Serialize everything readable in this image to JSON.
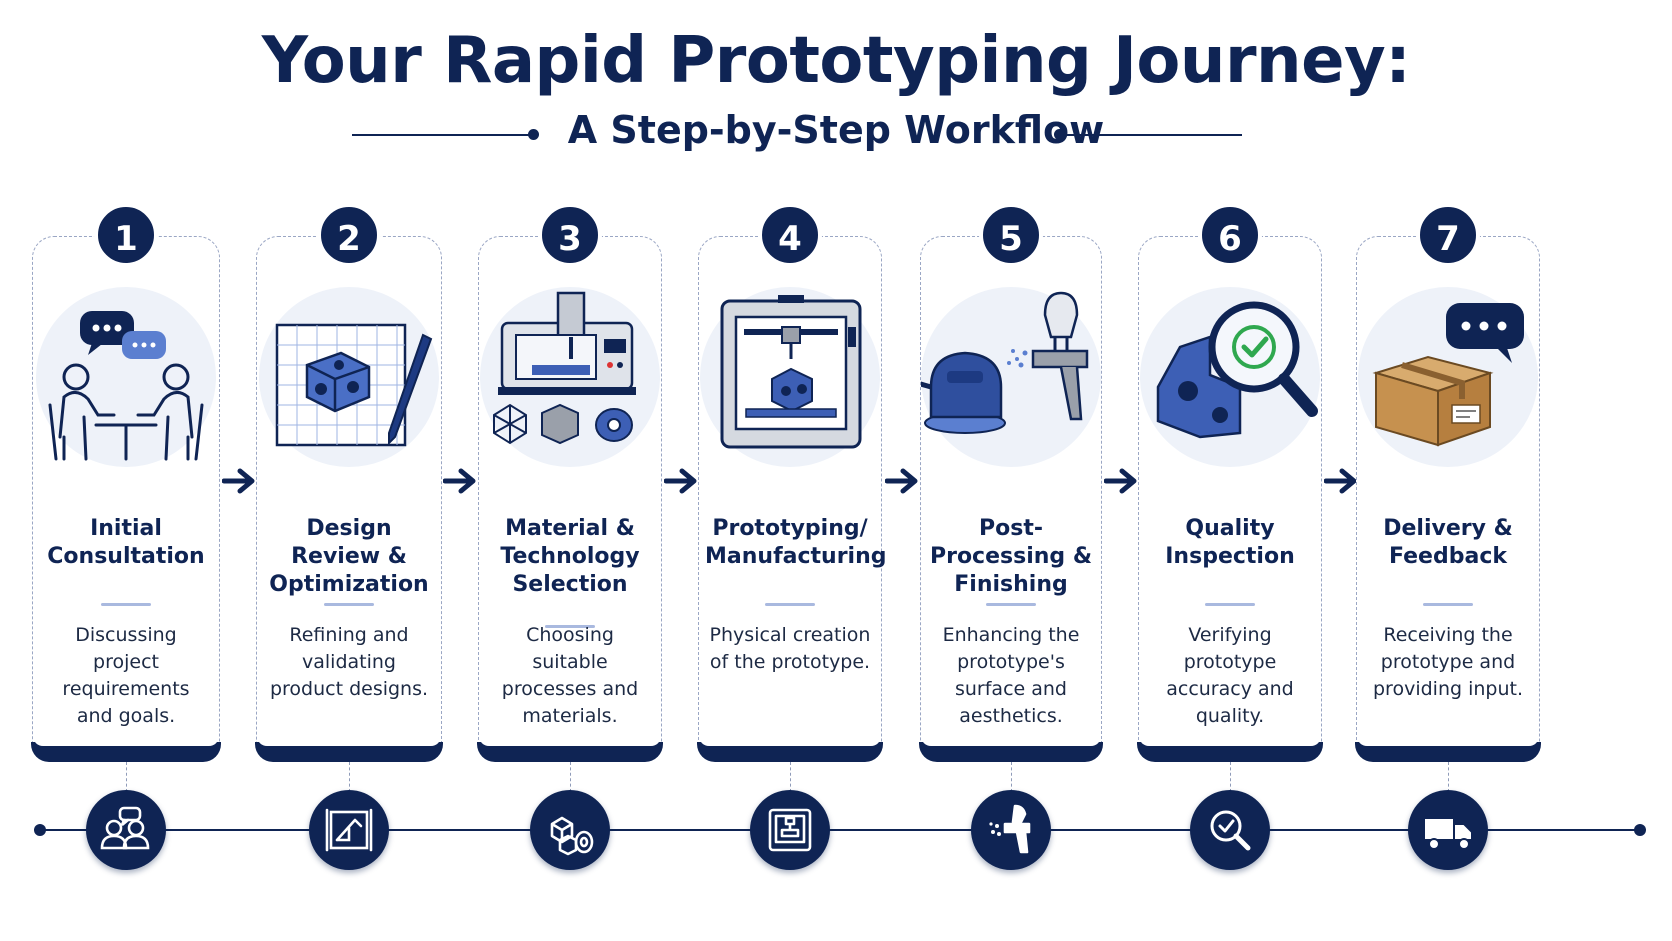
{
  "header": {
    "title": "Your Rapid Prototyping Journey:",
    "subtitle": "A Step-by-Step Workflow"
  },
  "colors": {
    "navy": "#0f2454",
    "accent_blue": "#3d5fb5",
    "light_circle": "#eef2f9",
    "check_green": "#2fa84f"
  },
  "steps": [
    {
      "number": "1",
      "title": "Initial Consultation",
      "description": "Discussing project requirements and goals.",
      "illustration": "two-people-talking-icon",
      "bottom_icon": "people-chat-icon"
    },
    {
      "number": "2",
      "title": "Design Review & Optimization",
      "description": "Refining and validating product designs.",
      "illustration": "blueprint-pen-icon",
      "bottom_icon": "blueprint-icon"
    },
    {
      "number": "3",
      "title": "Material & Technology Selection",
      "description": "Choosing suitable processes and materials.",
      "illustration": "cnc-machine-materials-icon",
      "bottom_icon": "materials-cube-icon"
    },
    {
      "number": "4",
      "title": "Prototyping/ Manufacturing",
      "description": "Physical creation of the prototype.",
      "illustration": "3d-printer-icon",
      "bottom_icon": "printer-icon"
    },
    {
      "number": "5",
      "title": "Post-Processing & Finishing",
      "description": "Enhancing the prototype's surface and aesthetics.",
      "illustration": "sander-spray-gun-icon",
      "bottom_icon": "spray-gun-icon"
    },
    {
      "number": "6",
      "title": "Quality Inspection",
      "description": "Verifying prototype accuracy and quality.",
      "illustration": "magnifier-check-part-icon",
      "bottom_icon": "magnifier-check-icon"
    },
    {
      "number": "7",
      "title": "Delivery & Feedback",
      "description": "Receiving the prototype and providing input.",
      "illustration": "box-speech-bubble-icon",
      "bottom_icon": "delivery-truck-icon"
    }
  ]
}
